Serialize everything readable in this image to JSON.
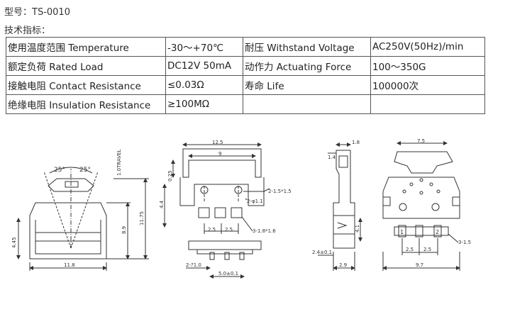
{
  "header": {
    "model": "型号：TS-0010",
    "specs_title": "技术指标："
  },
  "specs": {
    "rows": [
      [
        "使用温度范围 Temperature",
        "-30～+70℃",
        "耐压 Withstand Voltage",
        "AC250V(50Hz)/min"
      ],
      [
        "额定负荷 Rated Load",
        "DC12V 50mA",
        "动作力 Actuating Force",
        "100～350G"
      ],
      [
        "接触电阻 Contact Resistance",
        "≤0.03Ω",
        "寿命 Life",
        "100000次"
      ],
      [
        "绝缘电阻 Insulation Resistance",
        "≥100MΩ",
        "",
        ""
      ]
    ]
  },
  "drawings": {
    "side_view": {
      "angle_left": "25°",
      "angle_right": "25°",
      "travel": "1.0TRAVEL",
      "height_left": "4.45",
      "height_mid": "8.9",
      "height_total": "11.75",
      "width": "11.8"
    },
    "top_view": {
      "top_width": "12.5",
      "inner_width": "9",
      "dim_025": "0.25",
      "dim_44": "4.4",
      "hole_label": "2-1.5*1.5",
      "pin_dia": "2-φ1.1",
      "pitch_a": "2.5",
      "pitch_b": "2.5",
      "terminal_label": "3-1.8*1.6",
      "bottom_pitch": "2-?1.0",
      "bottom_width": "5.0±0.1"
    },
    "profile_view": {
      "top_dim": "1.8",
      "step_dim": "1.4",
      "side_dim": "4.1",
      "bottom_left": "2.4±0.1",
      "bottom_right": "2.9"
    },
    "front_view": {
      "top_width": "7.5",
      "pitch_a": "2.5",
      "pitch_b": "2.5",
      "pin_label": "3-1.5",
      "width": "9.7",
      "pin_1": "1",
      "pin_2": "2"
    }
  }
}
